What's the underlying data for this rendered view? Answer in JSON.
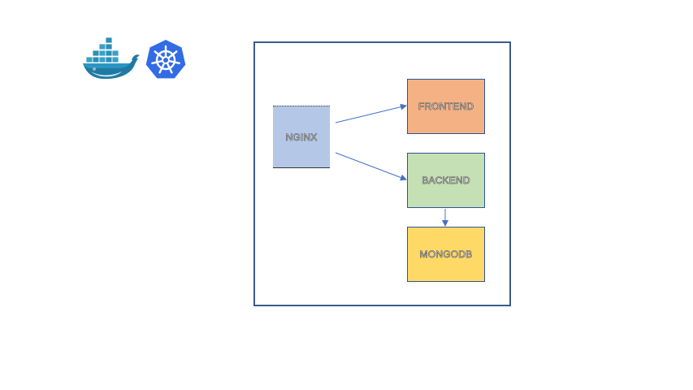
{
  "logos": {
    "docker": "docker-whale-icon",
    "kubernetes": "kubernetes-helm-icon"
  },
  "nodes": {
    "nginx": "NGINX",
    "frontend": "FRONTEND",
    "backend": "BACKEND",
    "mongodb": "MONGODB"
  },
  "edges": [
    {
      "from": "NGINX",
      "to": "FRONTEND"
    },
    {
      "from": "NGINX",
      "to": "BACKEND"
    },
    {
      "from": "BACKEND",
      "to": "MONGODB"
    }
  ],
  "colors": {
    "nginx": "#b4c7e7",
    "frontend": "#f4b183",
    "backend": "#c5e0b4",
    "mongodb": "#ffd966",
    "cluster_border": "#3b5a8c",
    "edge": "#4472c4"
  }
}
